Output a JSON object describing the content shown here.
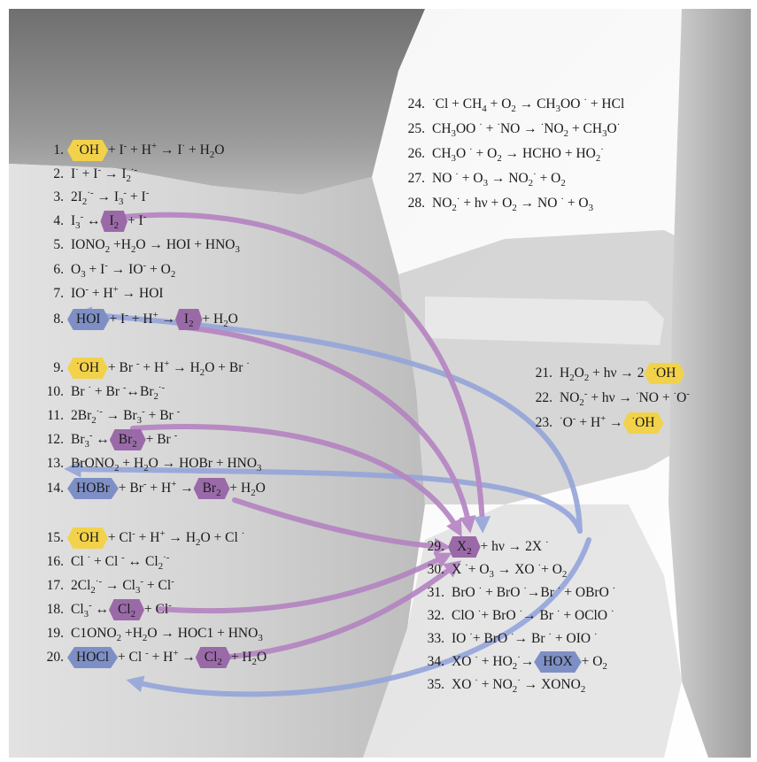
{
  "colors": {
    "hydroxyl_highlight": "#f2d24a",
    "halogen_highlight": "#9a6aa8",
    "hypohalous_highlight": "#7d8fc4",
    "purple_arrow": "#b483c1",
    "blue_arrow": "#95a5da"
  },
  "equations": {
    "eq1": {
      "num": "1.",
      "rest": " + I<sup>-</sup> + H<sup>+</sup> → I<sup>·</sup> + H<sub>2</sub>O",
      "hl": "<sup>·</sup>OH"
    },
    "eq2": {
      "num": "2.",
      "text": "I<sup>·</sup> + I<sup>-</sup> → I<sub>2</sub><sup>·-</sup>"
    },
    "eq3": {
      "num": "3.",
      "text": "2I<sub>2</sub><sup>·-</sup> → I<sub>3</sub><sup>-</sup> + I<sup>-</sup>"
    },
    "eq4": {
      "num": "4.",
      "pre": "I<sub>3</sub><sup>-</sup> ↔ ",
      "hl": "I<sub>2</sub>",
      "rest": " + I<sup>-</sup>"
    },
    "eq5": {
      "num": "5.",
      "text": "IONO<sub>2</sub> +H<sub>2</sub>O → HOI + HNO<sub>3</sub>"
    },
    "eq6": {
      "num": "6.",
      "text": "O<sub>3</sub> + I<sup>-</sup> → IO<sup>-</sup> + O<sub>2</sub>"
    },
    "eq7": {
      "num": "7.",
      "text": "IO<sup>-</sup> + H<sup>+</sup> → HOI"
    },
    "eq8": {
      "num": "8.",
      "hl": "HOI",
      "mid": " + I<sup>-</sup> + H<sup>+</sup> → ",
      "hl2": "I<sub>2</sub>",
      "rest": " + H<sub>2</sub>O"
    },
    "eq9": {
      "num": "9.",
      "hl": "<sup>·</sup>OH",
      "rest": " + Br <sup>-</sup> + H<sup>+</sup> → H<sub>2</sub>O + Br <sup>·</sup>"
    },
    "eq10": {
      "num": "10.",
      "text": "Br <sup>·</sup> + Br <sup>-</sup>↔Br<sub>2</sub><sup>·-</sup>"
    },
    "eq11": {
      "num": "11.",
      "text": "2Br<sub>2</sub><sup>·-</sup> → Br<sub>3</sub><sup>-</sup> + Br <sup>-</sup>"
    },
    "eq12": {
      "num": "12.",
      "pre": "Br<sub>3</sub><sup>-</sup> ↔ ",
      "hl": "Br<sub>2</sub>",
      "rest": " + Br <sup>-</sup>"
    },
    "eq13": {
      "num": "13.",
      "text": "BrONO<sub>2</sub> + H<sub>2</sub>O → HOBr + HNO<sub>3</sub>"
    },
    "eq14": {
      "num": "14.",
      "hl": "HOBr",
      "mid": " + Br<sup>-</sup> + H<sup>+</sup> → ",
      "hl2": "Br<sub>2</sub>",
      "rest": " + H<sub>2</sub>O"
    },
    "eq15": {
      "num": "15.",
      "hl": "<sup>·</sup>OH",
      "rest": " + Cl<sup>-</sup> + H<sup>+</sup> → H<sub>2</sub>O + Cl <sup>·</sup>"
    },
    "eq16": {
      "num": "16.",
      "text": "Cl <sup>·</sup> + Cl <sup>-</sup> ↔ Cl<sub>2</sub><sup>·-</sup>"
    },
    "eq17": {
      "num": "17.",
      "text": "2Cl<sub>2</sub><sup>·-</sup> → Cl<sub>3</sub><sup>-</sup> + Cl<sup>-</sup>"
    },
    "eq18": {
      "num": "18.",
      "pre": "Cl<sub>3</sub><sup>-</sup> ↔ ",
      "hl": "Cl<sub>2</sub>",
      "rest": " + Cl<sup>-</sup>"
    },
    "eq19": {
      "num": "19.",
      "text": "C1ONO<sub>2</sub> +H<sub>2</sub>O → HOC1 + HNO<sub>3</sub>"
    },
    "eq20": {
      "num": "20.",
      "hl": "HOCl",
      "mid": " + Cl <sup>-</sup> + H<sup>+</sup> → ",
      "hl2": "Cl<sub>2</sub>",
      "rest": " + H<sub>2</sub>O"
    },
    "eq21": {
      "num": "21.",
      "pre": "H<sub>2</sub>O<sub>2</sub> + hν → 2 ",
      "hl": "<sup>·</sup>OH"
    },
    "eq22": {
      "num": "22.",
      "text": "NO<sub>2</sub><sup>-</sup> + hν → <sup>·</sup>NO + <sup>·</sup>O<sup>-</sup>"
    },
    "eq23": {
      "num": "23.",
      "pre": "<sup>·</sup>O<sup>-</sup> + H<sup>+</sup> → ",
      "hl": "<sup>·</sup>OH"
    },
    "eq24": {
      "num": "24.",
      "text": "<sup>·</sup>Cl + CH<sub>4</sub> + O<sub>2</sub> → CH<sub>3</sub>OO <sup>·</sup> + HCl"
    },
    "eq25": {
      "num": "25.",
      "text": "CH<sub>3</sub>OO <sup>·</sup> + <sup>·</sup>NO → <sup>·</sup>NO<sub>2</sub> + CH<sub>3</sub>O<sup>·</sup>"
    },
    "eq26": {
      "num": "26.",
      "text": "CH<sub>3</sub>O <sup>·</sup> + O<sub>2</sub> → HCHO + HO<sub>2</sub><sup>·</sup>"
    },
    "eq27": {
      "num": "27.",
      "text": "NO <sup>·</sup> + O<sub>3</sub> → NO<sub>2</sub><sup>·</sup> + O<sub>2</sub>"
    },
    "eq28": {
      "num": "28.",
      "text": "NO<sub>2</sub><sup>·</sup> + hν + O<sub>2</sub> → NO <sup>·</sup> + O<sub>3</sub>"
    },
    "eq29": {
      "num": "29.",
      "hl": "X<sub>2</sub>",
      "rest": " + hν → 2X <sup>·</sup>"
    },
    "eq30": {
      "num": "30.",
      "text": "X <sup>·</sup>+ O<sub>3</sub> → XO <sup>·</sup>+ O<sub>2</sub>"
    },
    "eq31": {
      "num": "31.",
      "text": "BrO <sup>·</sup> + BrO <sup>·</sup>→Br <sup>·</sup> + OBrO <sup>·</sup>"
    },
    "eq32": {
      "num": "32.",
      "text": "ClO <sup>·</sup>+ BrO <sup>·</sup>→ Br <sup>·</sup> + OClO <sup>·</sup>"
    },
    "eq33": {
      "num": "33.",
      "text": "IO <sup>·</sup>+ BrO <sup>·</sup>→ Br <sup>·</sup> + OIO <sup>·</sup>"
    },
    "eq34": {
      "num": "34.",
      "pre": "XO <sup>·</sup> + HO<sub>2</sub><sup>·</sup>→ ",
      "hl": "HOX",
      "rest": " + O<sub>2</sub>"
    },
    "eq35": {
      "num": "35.",
      "text": "XO <sup>·</sup> + NO<sub>2</sub><sup>·</sup> → XONO<sub>2</sub>"
    }
  }
}
